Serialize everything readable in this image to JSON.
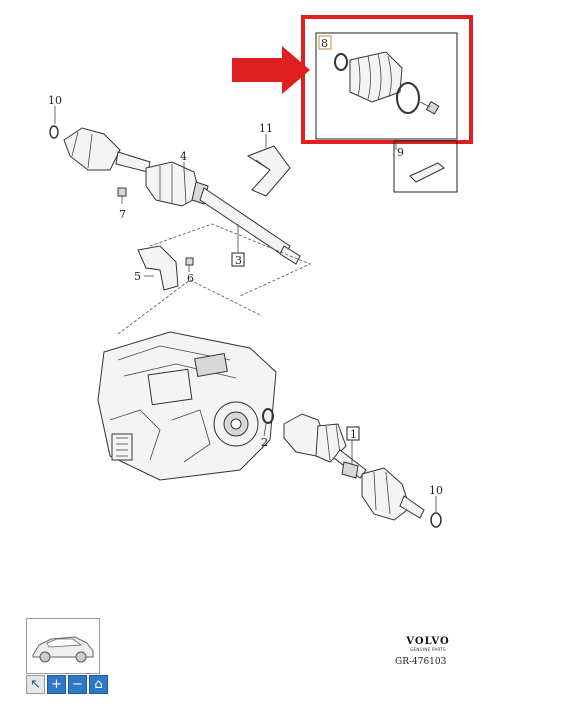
{
  "callouts": {
    "c1": "1",
    "c2": "2",
    "c3": "3",
    "c4": "4",
    "c5": "5",
    "c6": "6",
    "c7": "7",
    "c8": "8",
    "c9": "9",
    "c10a": "10",
    "c10b": "10",
    "c11": "11"
  },
  "brand": {
    "name": "VOLVO",
    "subtitle": "GENUINE PARTS"
  },
  "reference": "GR-476103",
  "toolbar": [
    {
      "name": "pointer-tool-button",
      "icon": "cursor-icon",
      "glyph": "↖"
    },
    {
      "name": "zoom-in-button",
      "icon": "plus-icon",
      "glyph": "+"
    },
    {
      "name": "zoom-out-button",
      "icon": "minus-icon",
      "glyph": "−"
    },
    {
      "name": "home-button",
      "icon": "home-icon",
      "glyph": "⌂"
    }
  ],
  "colors": {
    "highlight": "#e02020",
    "arrow": "#e02020",
    "toolbar": "#2f78c8"
  }
}
